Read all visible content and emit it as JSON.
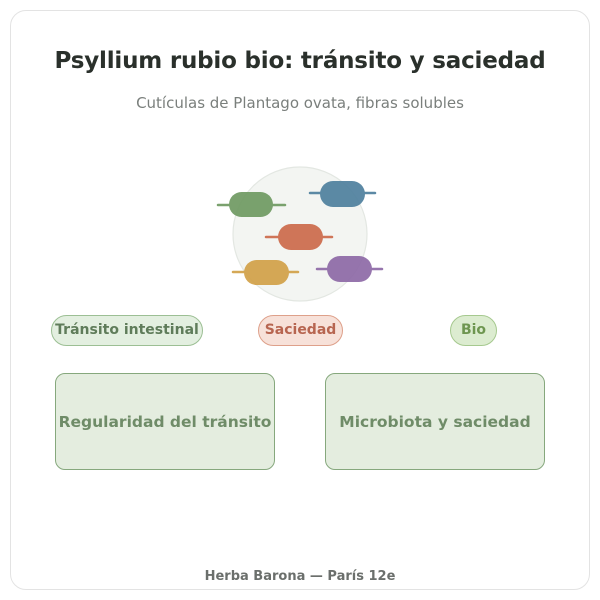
{
  "header": {
    "title": "Psyllium rubio bio: tránsito y saciedad",
    "subtitle": "Cutículas de Plantago ovata, fibras solubles"
  },
  "illustration": {
    "name": "psyllium-husk-fiber-illustration",
    "colors": {
      "circle_fill": "#f3f5f2",
      "circle_stroke": "#e3e7e2",
      "green": "#6f9a62",
      "blue": "#4f809e",
      "orange": "#cd6b4c",
      "yellow": "#d2a148",
      "purple": "#8e6aa7"
    }
  },
  "tags": {
    "transit": "Tránsito intestinal",
    "satiety": "Saciedad",
    "bio": "Bio"
  },
  "boxes": {
    "left": "Regularidad del tránsito",
    "right": "Microbiota y saciedad"
  },
  "footer": {
    "text": "Herba Barona — París 12e"
  },
  "colors": {
    "title": "#2a302b",
    "subtitle": "#7a7f7c",
    "box_bg": "#e4eddf",
    "box_border": "#86a87d",
    "box_text": "#6f8c68"
  }
}
